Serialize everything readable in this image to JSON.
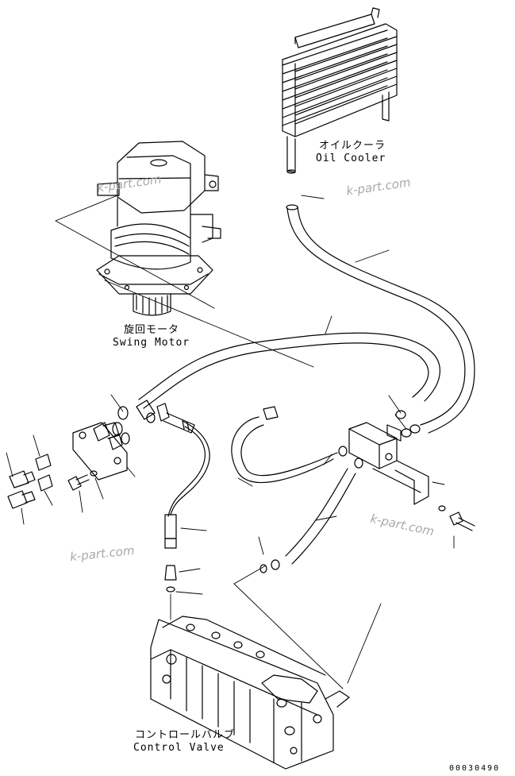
{
  "labels": {
    "oil_cooler_jp": "オイルクーラ",
    "oil_cooler_en": "Oil Cooler",
    "swing_motor_jp": "旋回モータ",
    "swing_motor_en": "Swing Motor",
    "control_valve_jp": "コントロールバルブ",
    "control_valve_en": "Control Valve"
  },
  "watermark": "k-part.com",
  "figure_code": "00030490"
}
